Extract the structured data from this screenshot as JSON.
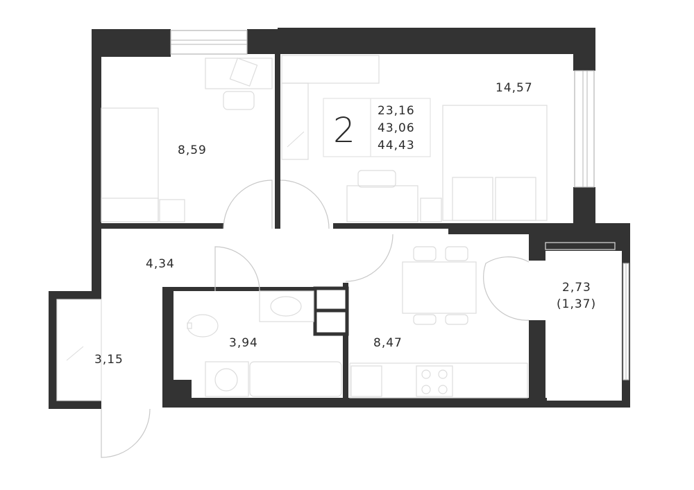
{
  "summary": {
    "rooms_count": "2",
    "living_area": "23,16",
    "total_area": "43,06",
    "total_with_balcony": "44,43"
  },
  "rooms": {
    "bedroom": "8,59",
    "living_room": "14,57",
    "hallway": "4,34",
    "bathroom": "3,94",
    "kitchen": "8,47",
    "loggia_small": "3,15",
    "loggia_right": "2,73",
    "loggia_right_reduced": "(1,37)"
  },
  "colors": {
    "wall": "#333333",
    "furniture": "#dcdcdc",
    "text": "#2b2b2b"
  }
}
